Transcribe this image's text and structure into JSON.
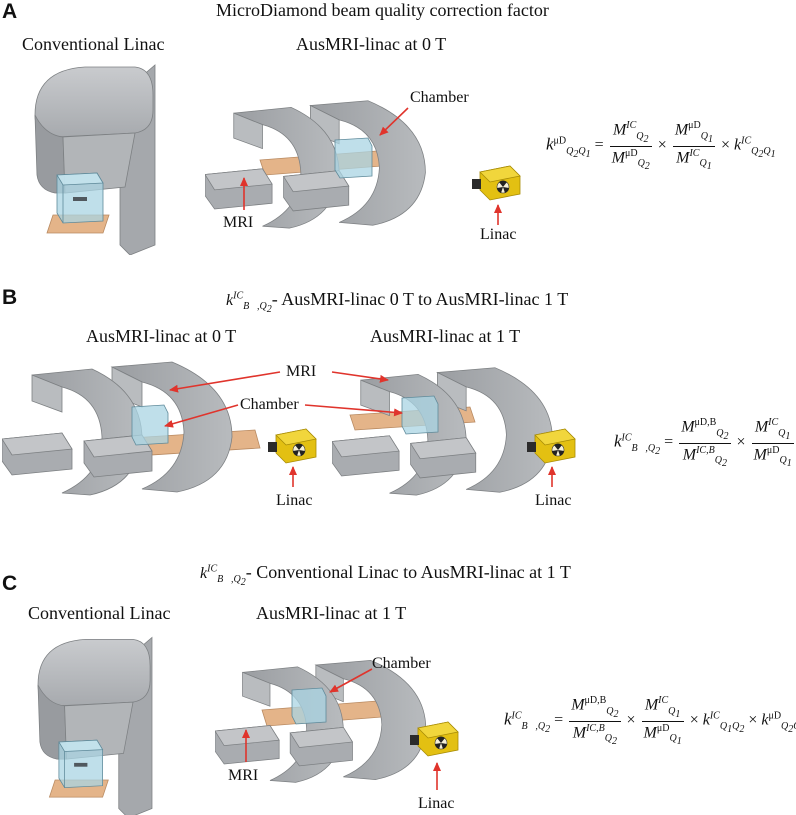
{
  "panels": {
    "A": {
      "label": "A",
      "title": "MicroDiamond beam quality correction factor",
      "left_caption": "Conventional Linac",
      "center_caption": "AusMRI-linac at 0 T",
      "callouts": {
        "chamber": "Chamber",
        "mri": "MRI",
        "linac": "Linac"
      }
    },
    "B": {
      "label": "B",
      "title_suffix": "- AusMRI-linac 0 T to AusMRI-linac 1 T",
      "left_caption": "AusMRI-linac at 0 T",
      "right_caption": "AusMRI-linac at 1 T",
      "callouts": {
        "mri": "MRI",
        "chamber": "Chamber",
        "linac_left": "Linac",
        "linac_right": "Linac"
      }
    },
    "C": {
      "label": "C",
      "title_suffix": "- Conventional Linac to AusMRI-linac at 1 T",
      "left_caption": "Conventional Linac",
      "center_caption": "AusMRI-linac at 1 T",
      "callouts": {
        "chamber": "Chamber",
        "mri": "MRI",
        "linac": "Linac"
      }
    }
  },
  "colors": {
    "magnet_grey": "#a3a6aa",
    "couch": "#e4b489",
    "water_tank": "#a9d4e3",
    "linac_head": "#e3c012",
    "arrow": "#e0342c"
  },
  "icons": [
    "conventional-linac-gantry",
    "mri-split-magnet",
    "linac-head-radiation",
    "water-phantom"
  ]
}
